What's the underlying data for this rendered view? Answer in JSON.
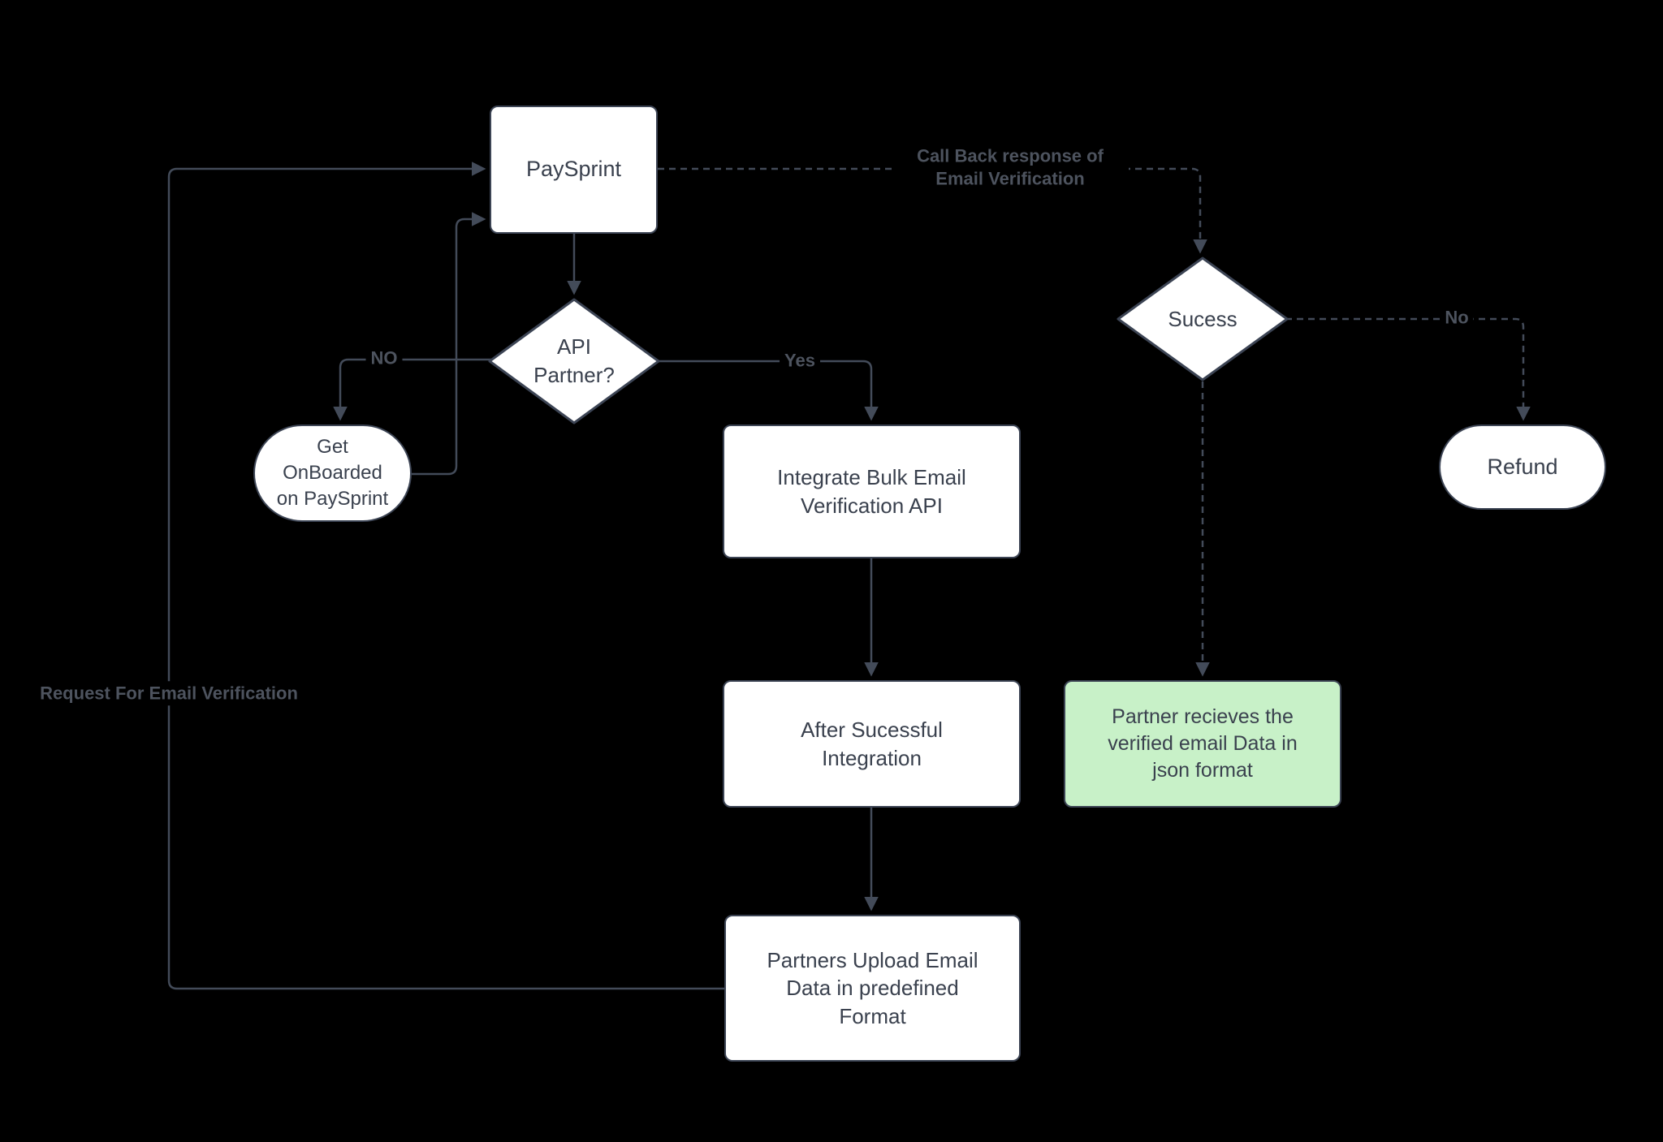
{
  "diagram": {
    "background": "#000000",
    "colors": {
      "node_fill": "#ffffff",
      "node_border": "#3c4454",
      "node_text": "#3a414e",
      "edge": "#434b59",
      "edge_label_text": "#4d535e",
      "result_fill": "#c8f1c8"
    },
    "nodes": {
      "paysprint": {
        "label": "PaySprint",
        "shape": "rectangle"
      },
      "api_partner": {
        "label": "API Partner?",
        "shape": "diamond"
      },
      "get_onboarded": {
        "label": "Get OnBoarded on PaySprint",
        "shape": "stadium"
      },
      "integrate_api": {
        "label": "Integrate Bulk Email Verification API",
        "shape": "rectangle"
      },
      "after_integration": {
        "label": "After Sucessful Integration",
        "shape": "rectangle"
      },
      "partners_upload": {
        "label": "Partners Upload Email Data in predefined Format",
        "shape": "rectangle"
      },
      "success": {
        "label": "Sucess",
        "shape": "diamond"
      },
      "partner_receives": {
        "label": "Partner recieves the verified email Data in json format",
        "shape": "rectangle-green"
      },
      "refund": {
        "label": "Refund",
        "shape": "stadium"
      }
    },
    "edge_labels": {
      "no_branch": "NO",
      "yes_branch": "Yes",
      "refund_branch": "No",
      "callback": "Call Back response of Email Verification",
      "request": "Request For Email Verification"
    },
    "edges": [
      {
        "from": "partners_upload",
        "to": "paysprint",
        "label": "Request For Email Verification",
        "style": "solid"
      },
      {
        "from": "get_onboarded",
        "to": "paysprint",
        "label": "",
        "style": "solid"
      },
      {
        "from": "paysprint",
        "to": "api_partner",
        "label": "",
        "style": "solid"
      },
      {
        "from": "api_partner",
        "to": "get_onboarded",
        "label": "NO",
        "style": "solid"
      },
      {
        "from": "api_partner",
        "to": "integrate_api",
        "label": "Yes",
        "style": "solid"
      },
      {
        "from": "integrate_api",
        "to": "after_integration",
        "label": "",
        "style": "solid"
      },
      {
        "from": "after_integration",
        "to": "partners_upload",
        "label": "",
        "style": "solid"
      },
      {
        "from": "paysprint",
        "to": "success",
        "label": "Call Back response of Email Verification",
        "style": "dashed"
      },
      {
        "from": "success",
        "to": "partner_receives",
        "label": "",
        "style": "dashed"
      },
      {
        "from": "success",
        "to": "refund",
        "label": "No",
        "style": "dashed"
      }
    ]
  }
}
